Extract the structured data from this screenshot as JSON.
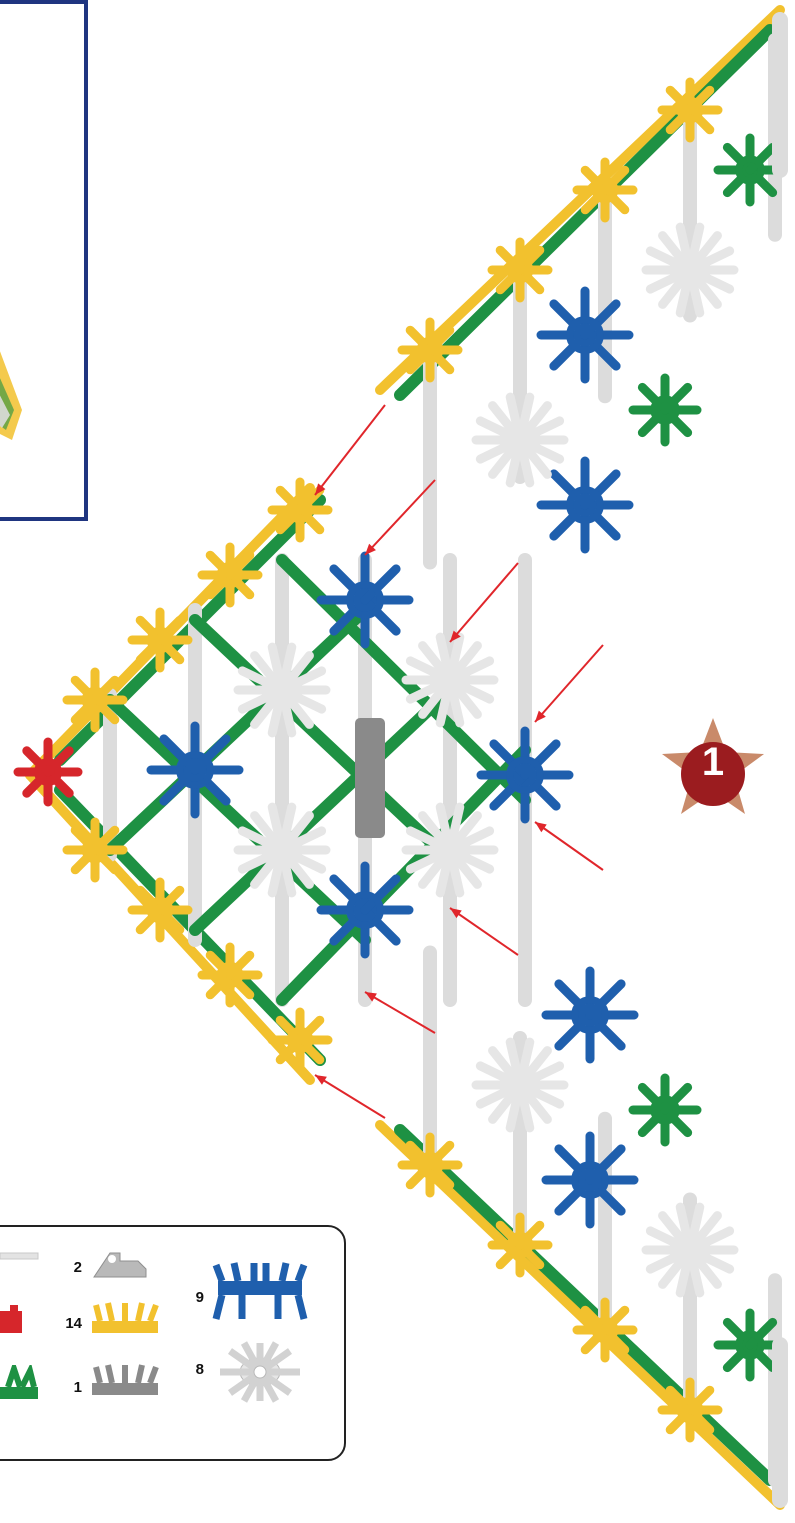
{
  "step": {
    "number": "1",
    "badge_color": "#9b1c1f",
    "star_color": "#c98a6a"
  },
  "colors": {
    "yellow": "#f2c12e",
    "green": "#1e9143",
    "blue": "#1f5fad",
    "white": "#e6e6e6",
    "red": "#d6262b",
    "gray": "#8a8a8a",
    "rod": "#dcdcdc",
    "arrow": "#e0262b",
    "frame": "#1f3580"
  },
  "parts": [
    {
      "count": "",
      "icon": "white-rod-icon"
    },
    {
      "count": "",
      "icon": "red-connector-icon"
    },
    {
      "count": "",
      "icon": "green-connector-icon"
    },
    {
      "count": "2",
      "icon": "light-gray-clip-icon"
    },
    {
      "count": "14",
      "icon": "yellow-connector-icon"
    },
    {
      "count": "1",
      "icon": "dark-gray-connector-icon"
    },
    {
      "count": "9",
      "icon": "blue-hub-connector-icon"
    },
    {
      "count": "8",
      "icon": "white-hub-connector-icon"
    }
  ]
}
